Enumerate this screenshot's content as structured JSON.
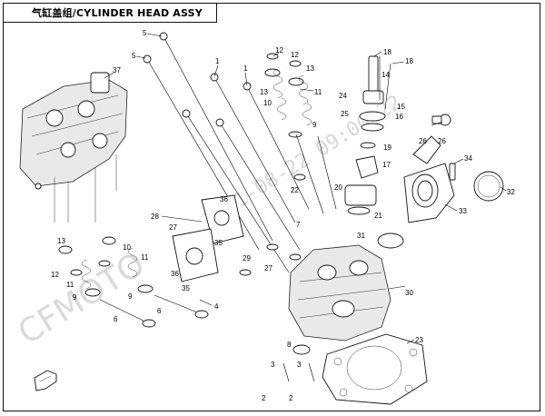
{
  "diagram": {
    "title": "气缸盖组/CYLINDER HEAD ASSY",
    "watermark_brand": "CFMOTO",
    "watermark_date": "2021-08-22 09:00:22",
    "callouts": [
      {
        "id": "c5a",
        "label": "5"
      },
      {
        "id": "c5b",
        "label": "5"
      },
      {
        "id": "c1a",
        "label": "1"
      },
      {
        "id": "c1b",
        "label": "1"
      },
      {
        "id": "c37",
        "label": "37"
      },
      {
        "id": "c12a",
        "label": "12"
      },
      {
        "id": "c12b",
        "label": "12"
      },
      {
        "id": "c13a",
        "label": "13"
      },
      {
        "id": "c13b",
        "label": "13"
      },
      {
        "id": "c10a",
        "label": "10"
      },
      {
        "id": "c11a",
        "label": "11"
      },
      {
        "id": "c9a",
        "label": "9"
      },
      {
        "id": "c18a",
        "label": "18"
      },
      {
        "id": "c18b",
        "label": "18"
      },
      {
        "id": "c14",
        "label": "14"
      },
      {
        "id": "c24",
        "label": "24"
      },
      {
        "id": "c15",
        "label": "15"
      },
      {
        "id": "c25",
        "label": "25"
      },
      {
        "id": "c16",
        "label": "16"
      },
      {
        "id": "c26a",
        "label": "26"
      },
      {
        "id": "c26b",
        "label": "26"
      },
      {
        "id": "c19",
        "label": "19"
      },
      {
        "id": "c17",
        "label": "17"
      },
      {
        "id": "c22",
        "label": "22"
      },
      {
        "id": "c20",
        "label": "20"
      },
      {
        "id": "c34",
        "label": "34"
      },
      {
        "id": "c32",
        "label": "32"
      },
      {
        "id": "c33",
        "label": "33"
      },
      {
        "id": "c21",
        "label": "21"
      },
      {
        "id": "c7",
        "label": "7"
      },
      {
        "id": "c28",
        "label": "28"
      },
      {
        "id": "c36",
        "label": "36"
      },
      {
        "id": "c27a",
        "label": "27"
      },
      {
        "id": "c27b",
        "label": "27"
      },
      {
        "id": "c35a",
        "label": "35"
      },
      {
        "id": "c35b",
        "label": "35"
      },
      {
        "id": "c29",
        "label": "29"
      },
      {
        "id": "c31",
        "label": "31"
      },
      {
        "id": "c13c",
        "label": "13"
      },
      {
        "id": "c12c",
        "label": "12"
      },
      {
        "id": "c10b",
        "label": "10"
      },
      {
        "id": "c11b",
        "label": "11"
      },
      {
        "id": "c11c",
        "label": "11"
      },
      {
        "id": "c9b",
        "label": "9"
      },
      {
        "id": "c9c",
        "label": "9"
      },
      {
        "id": "c6a",
        "label": "6"
      },
      {
        "id": "c6b",
        "label": "6"
      },
      {
        "id": "c4",
        "label": "4"
      },
      {
        "id": "c36b",
        "label": "36"
      },
      {
        "id": "c30",
        "label": "30"
      },
      {
        "id": "c8",
        "label": "8"
      },
      {
        "id": "c23",
        "label": "23"
      },
      {
        "id": "c3a",
        "label": "3"
      },
      {
        "id": "c3b",
        "label": "3"
      },
      {
        "id": "c2a",
        "label": "2"
      },
      {
        "id": "c2b",
        "label": "2"
      }
    ]
  }
}
